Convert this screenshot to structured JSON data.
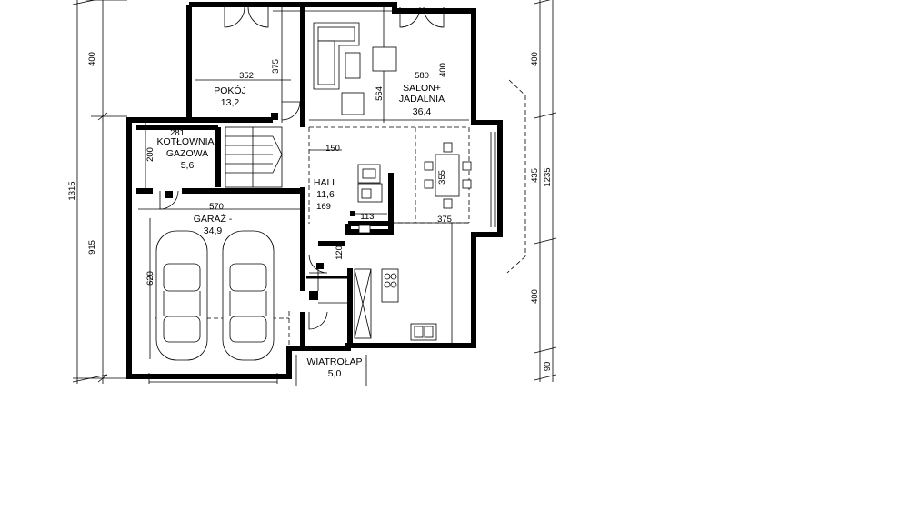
{
  "rooms": {
    "pokoj": {
      "name": "POKÓJ",
      "area": "13,2"
    },
    "salon": {
      "name_line1": "SALON+",
      "name_line2": "JADALNIA",
      "area": "36,4"
    },
    "kotlownia": {
      "name_line1": "KOTŁOWNIA",
      "name_line2": "GAZOWA",
      "area": "5,6"
    },
    "hall": {
      "name": "HALL",
      "area": "11,6"
    },
    "garaz": {
      "name": "GARAŻ -",
      "area": "34,9"
    },
    "wiatrolap": {
      "name": "WIATROŁAP",
      "area": "5,0"
    }
  },
  "dimensions": {
    "left_400": "400",
    "left_1315": "1315",
    "left_915": "915",
    "right_400_top": "400",
    "right_435": "435",
    "right_1235": "1235",
    "right_400_bottom": "400",
    "right_90": "90",
    "pokoj_352": "352",
    "pokoj_375": "375",
    "salon_580": "580",
    "salon_400": "400",
    "salon_564": "564",
    "kotlownia_281": "281",
    "kotlownia_200": "200",
    "hall_150": "150",
    "hall_169": "169",
    "bath_113": "113",
    "dining_355": "355",
    "dining_375": "375",
    "garaz_570": "570",
    "garaz_620": "620",
    "hall_120": "120"
  }
}
